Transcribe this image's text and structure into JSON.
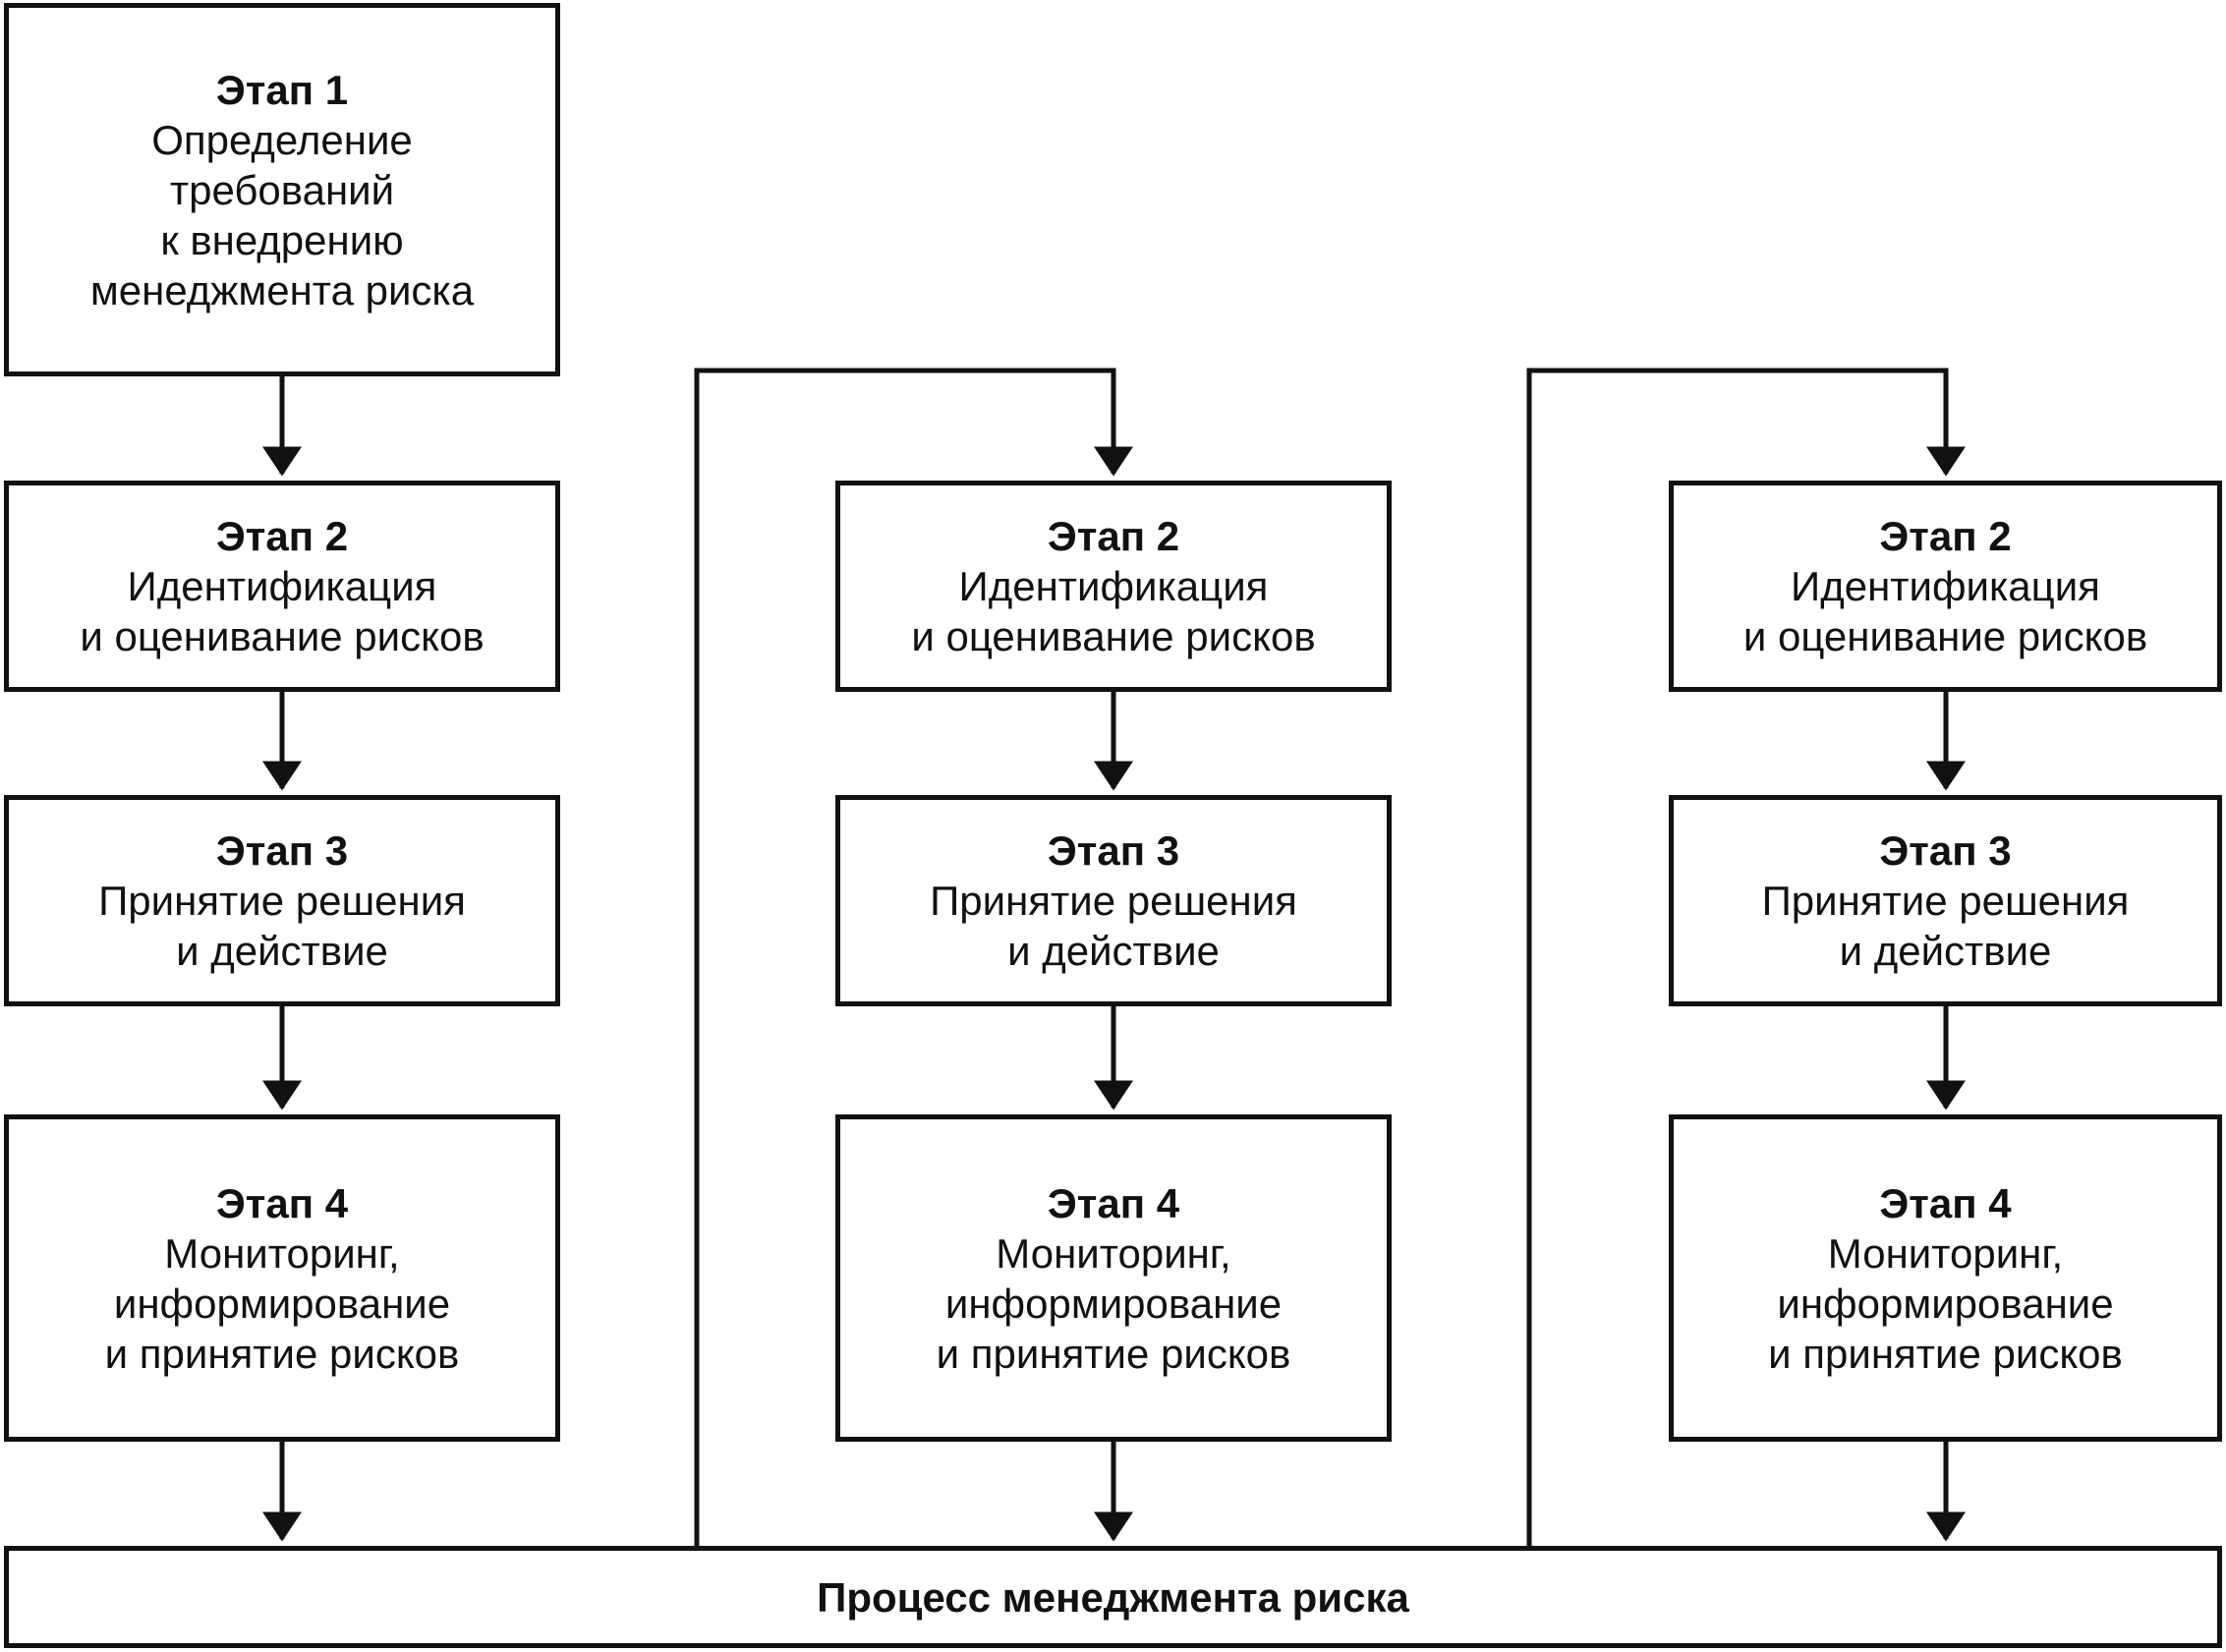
{
  "stage1": {
    "title": "Этап 1",
    "lines": [
      "Определение",
      "требований",
      "к внедрению",
      "менеджмента риска"
    ]
  },
  "columns": [
    {
      "stage2": {
        "title": "Этап 2",
        "lines": [
          "Идентификация",
          "и оценивание рисков"
        ]
      },
      "stage3": {
        "title": "Этап 3",
        "lines": [
          "Принятие решения",
          "и действие"
        ]
      },
      "stage4": {
        "title": "Этап 4",
        "lines": [
          "Мониторинг,",
          "информирование",
          "и принятие рисков"
        ]
      }
    },
    {
      "stage2": {
        "title": "Этап 2",
        "lines": [
          "Идентификация",
          "и оценивание рисков"
        ]
      },
      "stage3": {
        "title": "Этап 3",
        "lines": [
          "Принятие решения",
          "и действие"
        ]
      },
      "stage4": {
        "title": "Этап 4",
        "lines": [
          "Мониторинг,",
          "информирование",
          "и принятие рисков"
        ]
      }
    },
    {
      "stage2": {
        "title": "Этап 2",
        "lines": [
          "Идентификация",
          "и оценивание рисков"
        ]
      },
      "stage3": {
        "title": "Этап 3",
        "lines": [
          "Принятие решения",
          "и действие"
        ]
      },
      "stage4": {
        "title": "Этап 4",
        "lines": [
          "Мониторинг,",
          "информирование",
          "и принятие рисков"
        ]
      }
    }
  ],
  "process": {
    "label": "Процесс менеджмента риска"
  }
}
